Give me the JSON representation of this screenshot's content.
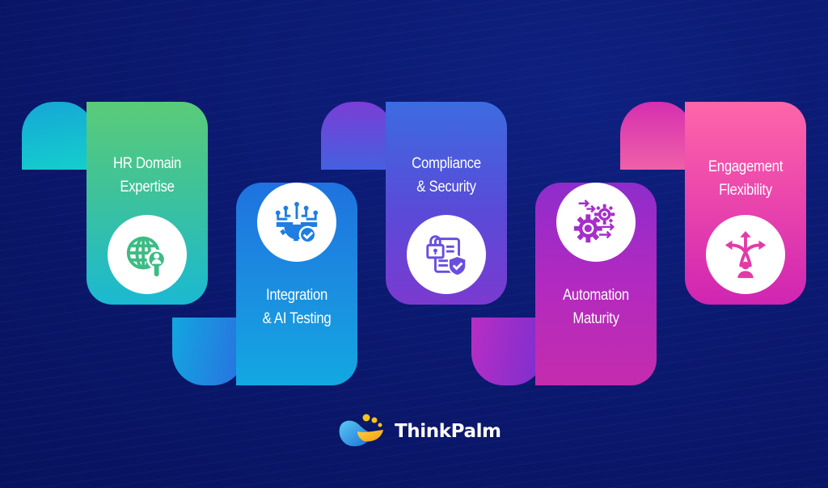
{
  "infographic": {
    "cards": [
      {
        "id": "hr-domain-expertise",
        "title_lines": [
          "HR Domain",
          "Expertise"
        ],
        "icon": "globe-person-icon",
        "accent": "#3ec29a"
      },
      {
        "id": "integration-ai-testing",
        "title_lines": [
          "Integration",
          "& AI Testing"
        ],
        "icon": "gear-circuit-check-icon",
        "accent": "#1f72df"
      },
      {
        "id": "compliance-security",
        "title_lines": [
          "Compliance",
          "& Security"
        ],
        "icon": "lock-document-shield-icon",
        "accent": "#6a46d6"
      },
      {
        "id": "automation-maturity",
        "title_lines": [
          "Automation",
          "Maturity"
        ],
        "icon": "gears-arrows-icon",
        "accent": "#b02ac2"
      },
      {
        "id": "engagement-flexibility",
        "title_lines": [
          "Engagement",
          "Flexibility"
        ],
        "icon": "person-branching-arrows-icon",
        "accent": "#e83fae"
      }
    ]
  },
  "brand": {
    "name": "ThinkPalm",
    "logo_icon": "thinkpalm-logo-icon",
    "colors": {
      "background": "#0a176b",
      "logo_blue": "#2aa8e8",
      "logo_yellow": "#f7c21a"
    }
  }
}
